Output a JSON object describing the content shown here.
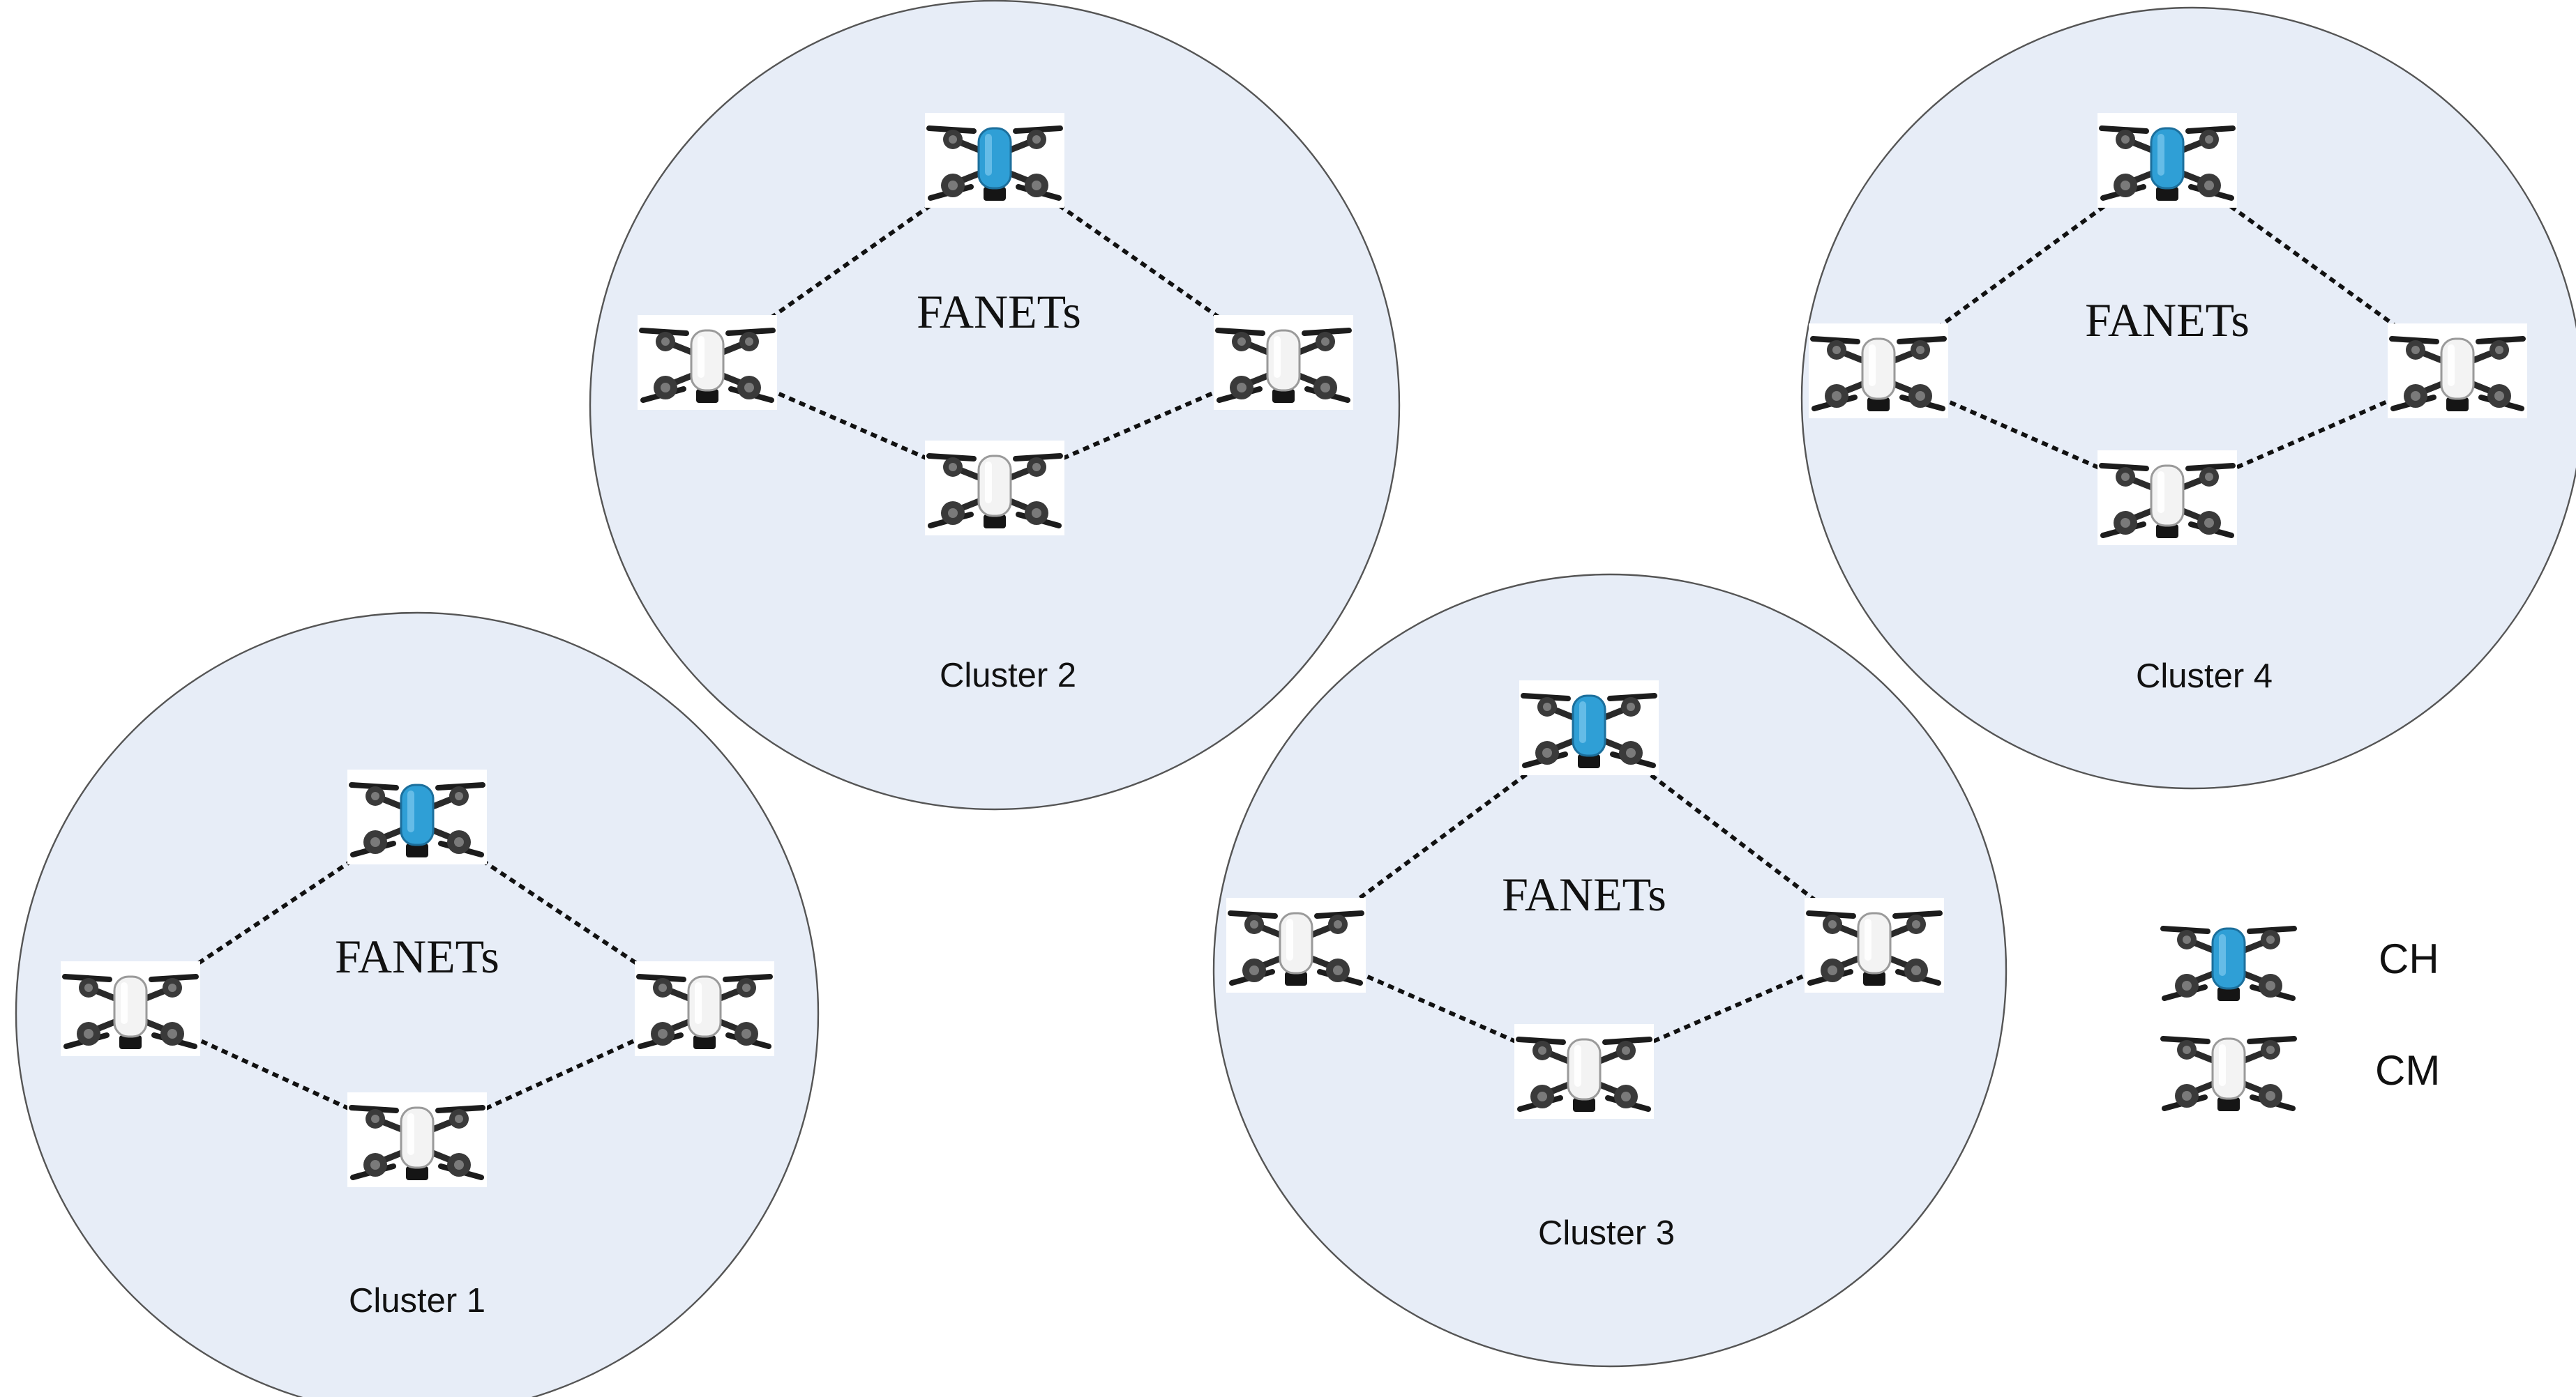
{
  "diagram": {
    "center_label": "FANETs",
    "clusters": [
      {
        "id": "cluster-1",
        "label": "Cluster 1",
        "nodes": [
          "CH",
          "CM",
          "CM",
          "CM"
        ]
      },
      {
        "id": "cluster-2",
        "label": "Cluster 2",
        "nodes": [
          "CH",
          "CM",
          "CM",
          "CM"
        ]
      },
      {
        "id": "cluster-3",
        "label": "Cluster 3",
        "nodes": [
          "CH",
          "CM",
          "CM",
          "CM"
        ]
      },
      {
        "id": "cluster-4",
        "label": "Cluster 4",
        "nodes": [
          "CH",
          "CM",
          "CM",
          "CM"
        ]
      }
    ],
    "legend": [
      {
        "key": "ch",
        "label": "CH"
      },
      {
        "key": "cm",
        "label": "CM"
      }
    ]
  },
  "colors": {
    "cluster_fill": "#e7edf7",
    "ch_body": "#2f9fd6",
    "cm_body": "#f3f3f3"
  }
}
